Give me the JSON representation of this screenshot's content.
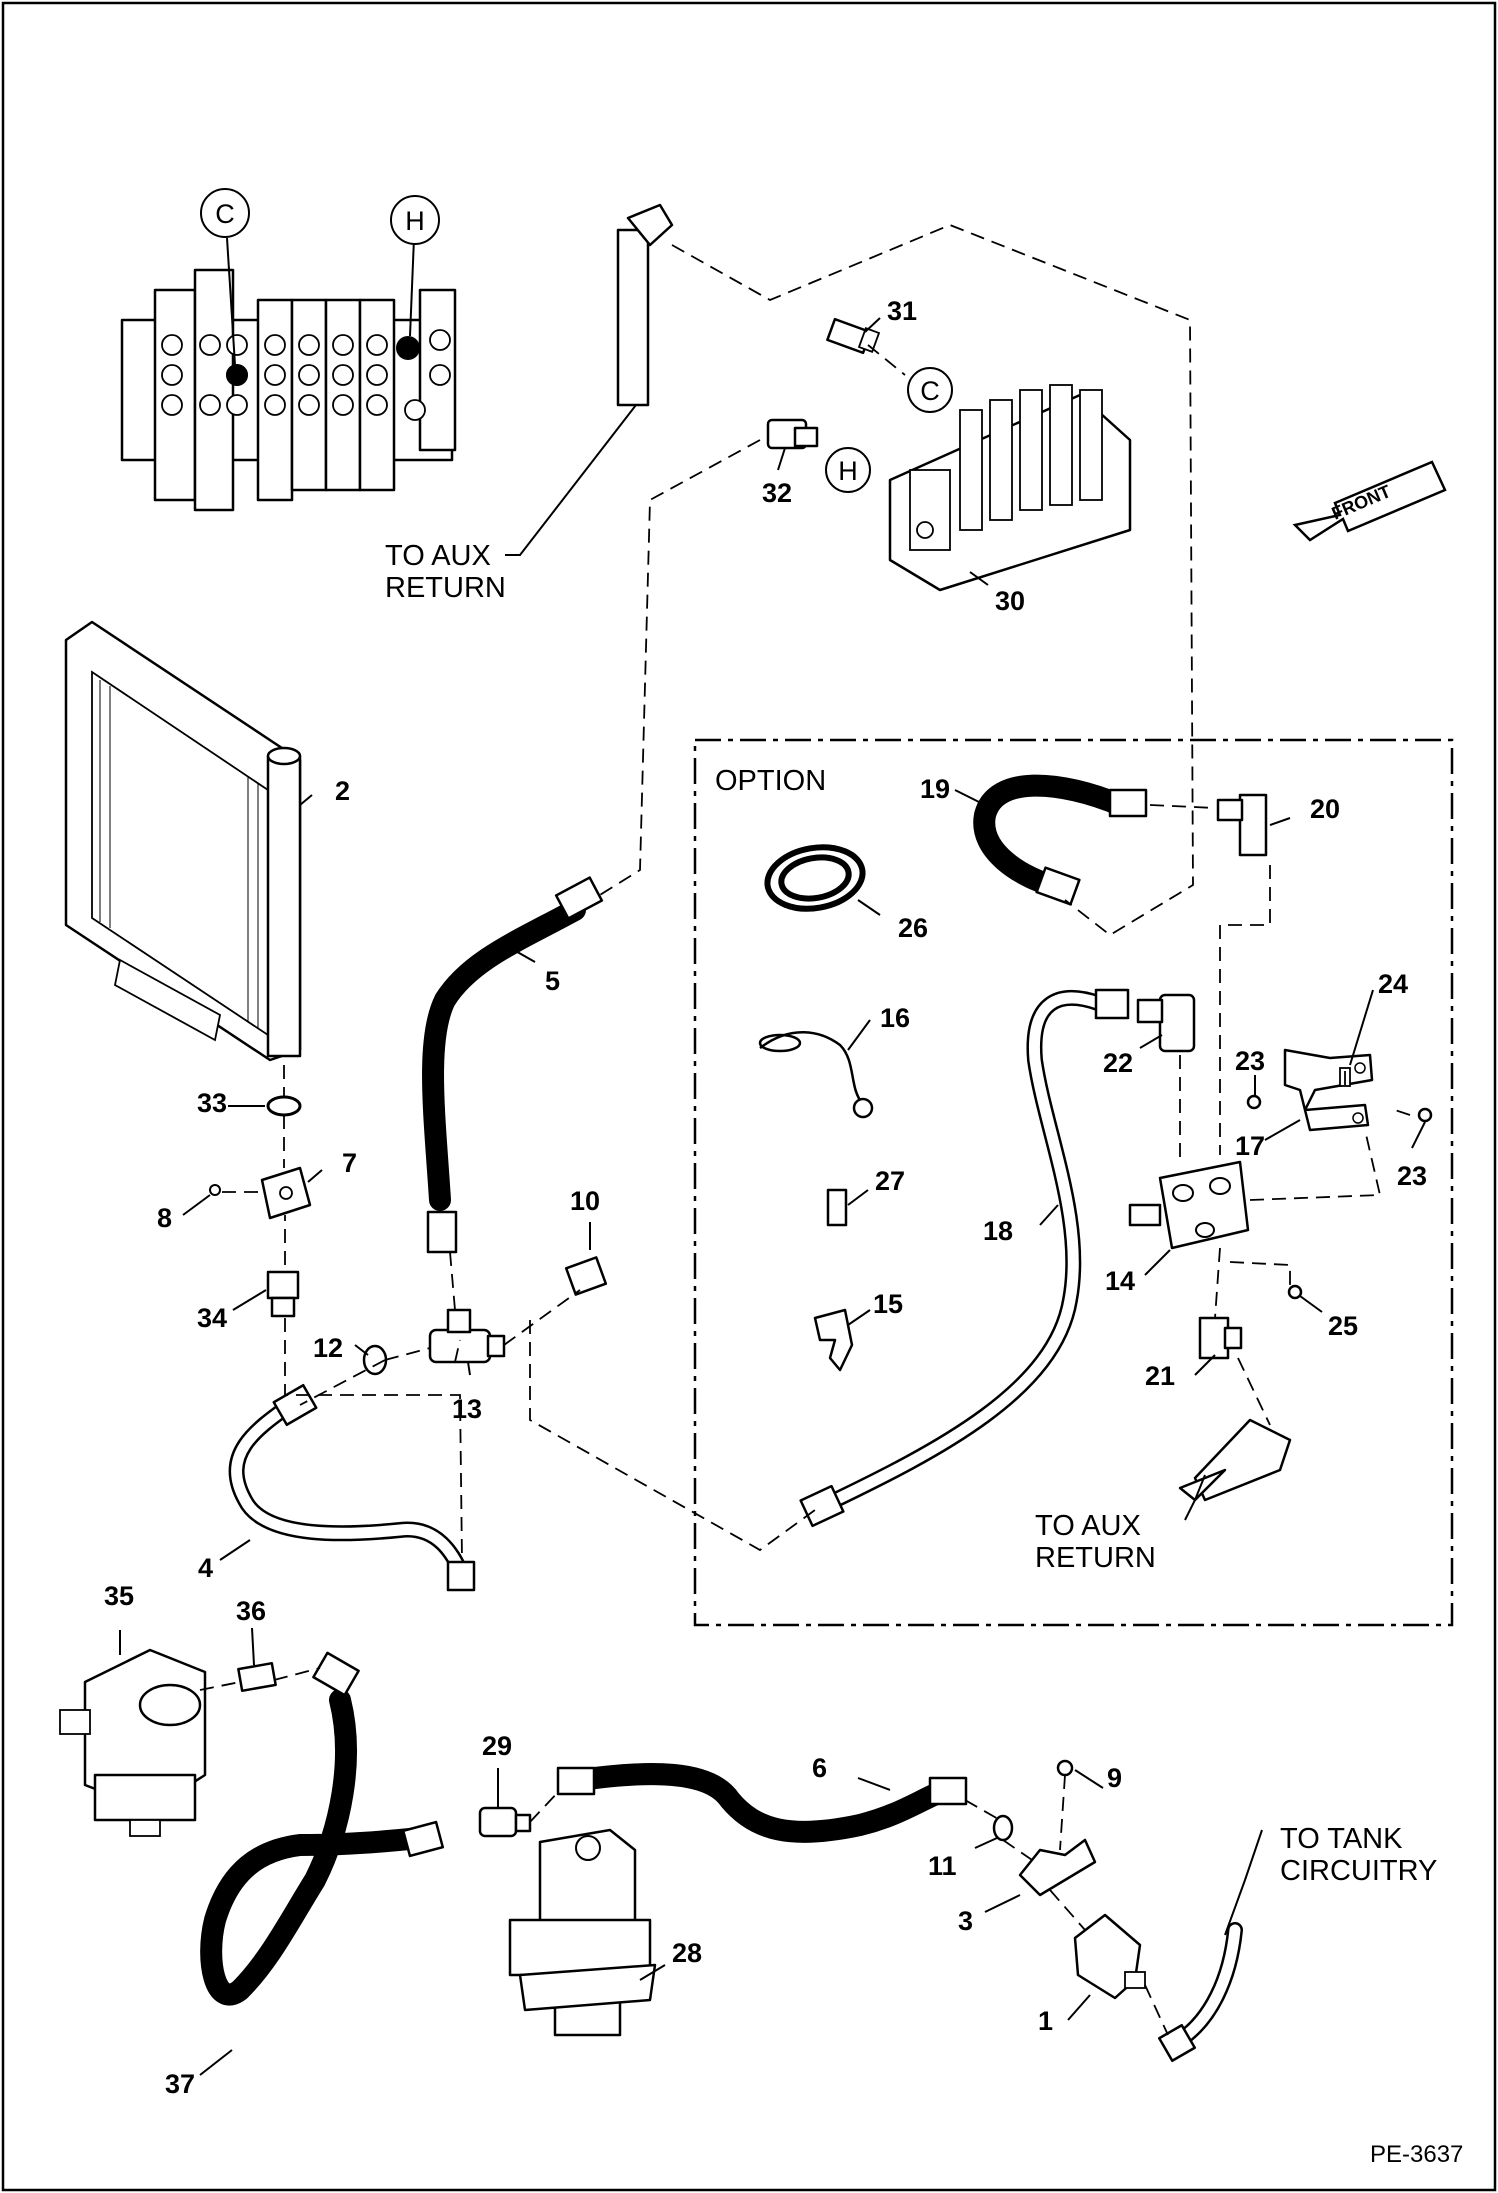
{
  "diagram": {
    "document_number": "PE-3637",
    "option_box_title": "OPTION",
    "front_arrow_label": "FRONT",
    "port_callouts": [
      "C",
      "H"
    ],
    "notes": {
      "to_aux_return_top_line1": "TO AUX",
      "to_aux_return_top_line2": "RETURN",
      "to_aux_return_bottom_line1": "TO AUX",
      "to_aux_return_bottom_line2": "RETURN",
      "to_tank_line1": "TO TANK",
      "to_tank_line2": "CIRCUITRY"
    },
    "item_numbers": [
      "1",
      "2",
      "3",
      "4",
      "5",
      "6",
      "7",
      "8",
      "9",
      "10",
      "11",
      "12",
      "13",
      "14",
      "15",
      "16",
      "17",
      "18",
      "19",
      "20",
      "21",
      "22",
      "23",
      "23",
      "24",
      "25",
      "26",
      "27",
      "28",
      "29",
      "30",
      "31",
      "32",
      "33",
      "34",
      "35",
      "36",
      "37"
    ]
  }
}
